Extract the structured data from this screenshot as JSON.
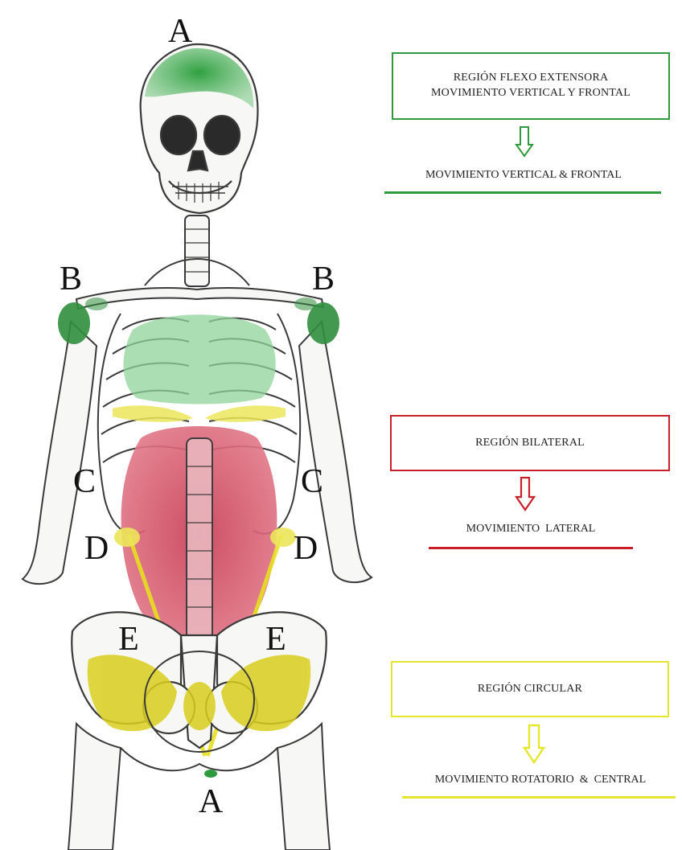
{
  "letters": {
    "a_top": "A",
    "b_left": "B",
    "b_right": "B",
    "c_left": "C",
    "c_right": "C",
    "d_left": "D",
    "d_right": "D",
    "e_left": "E",
    "e_right": "E",
    "a_bottom": "A"
  },
  "regions": [
    {
      "box_lines": [
        "REGIÓN FLEXO EXTENSORA",
        "MOVIMIENTO VERTICAL Y FRONTAL"
      ],
      "caption": "MOVIMIENTO VERTICAL & FRONTAL",
      "color": "#2e9b3e"
    },
    {
      "box_lines": [
        "REGIÓN  BILATERAL"
      ],
      "caption": "MOVIMIENTO  LATERAL",
      "color": "#c8202a"
    },
    {
      "box_lines": [
        "REGIÓN   CIRCULAR"
      ],
      "caption": "MOVIMIENTO ROTATORIO  &  CENTRAL",
      "color": "#e6e62a"
    }
  ],
  "colors": {
    "green_region": "#39a84a",
    "red_region": "#d94a5c",
    "yellow_region": "#e8e020",
    "bone_outline": "#3a3a3a"
  }
}
